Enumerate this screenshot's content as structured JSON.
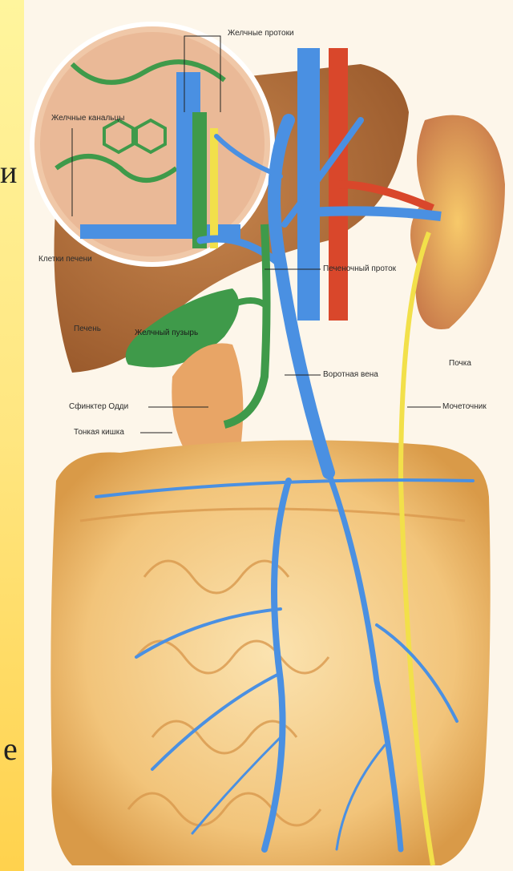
{
  "slide": {
    "fragment_top": "и",
    "fragment_bottom": "е"
  },
  "labels": {
    "bile_ducts": "Желчные протоки",
    "bile_canaliculi": "Желчные канальцы",
    "liver_cells": "Клетки печени",
    "liver": "Печень",
    "gallbladder": "Желчный пузырь",
    "common_hepatic_duct": "Печеночный проток",
    "portal_vein": "Воротная вена",
    "kidney": "Почка",
    "sphincter_oddi": "Сфинктер Одди",
    "small_intestine": "Тонкая кишка",
    "ureter": "Мочеточник"
  },
  "colors": {
    "vein": "#4a90e2",
    "artery": "#d9472b",
    "bile": "#3f9a4a",
    "liver": "#b5733f",
    "intestine": "#f2c47a",
    "kidney": "#c8794a",
    "ureter": "#f2e04a"
  }
}
